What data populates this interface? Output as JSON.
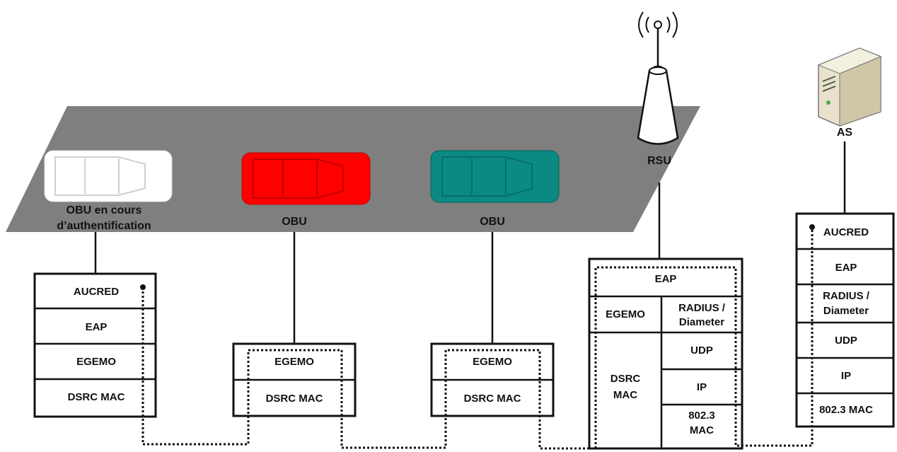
{
  "nodes": {
    "obu_auth": {
      "label_line1": "OBU en cours",
      "label_line2": "d’authentification",
      "car_color": "#ffffff"
    },
    "obu_red": {
      "label": "OBU",
      "car_color": "#ff0000"
    },
    "obu_teal": {
      "label": "OBU",
      "car_color": "#0b8a84"
    },
    "rsu": {
      "label": "RSU"
    },
    "as": {
      "label": "AS"
    }
  },
  "stacks": {
    "obu_auth": [
      "AUCRED",
      "EAP",
      "EGEMO",
      "DSRC MAC"
    ],
    "obu_red": [
      "EGEMO",
      "DSRC MAC"
    ],
    "obu_teal": [
      "EGEMO",
      "DSRC MAC"
    ],
    "rsu": {
      "top": "EAP",
      "left": [
        "EGEMO",
        "DSRC",
        "MAC"
      ],
      "right": [
        "RADIUS /",
        "Diameter",
        "UDP",
        "IP",
        "802.3",
        "MAC"
      ]
    },
    "as": [
      "AUCRED",
      "EAP",
      "RADIUS /",
      "Diameter",
      "UDP",
      "IP",
      "802.3 MAC"
    ]
  },
  "colors": {
    "road": "#7f7f7f",
    "line": "#111111"
  }
}
